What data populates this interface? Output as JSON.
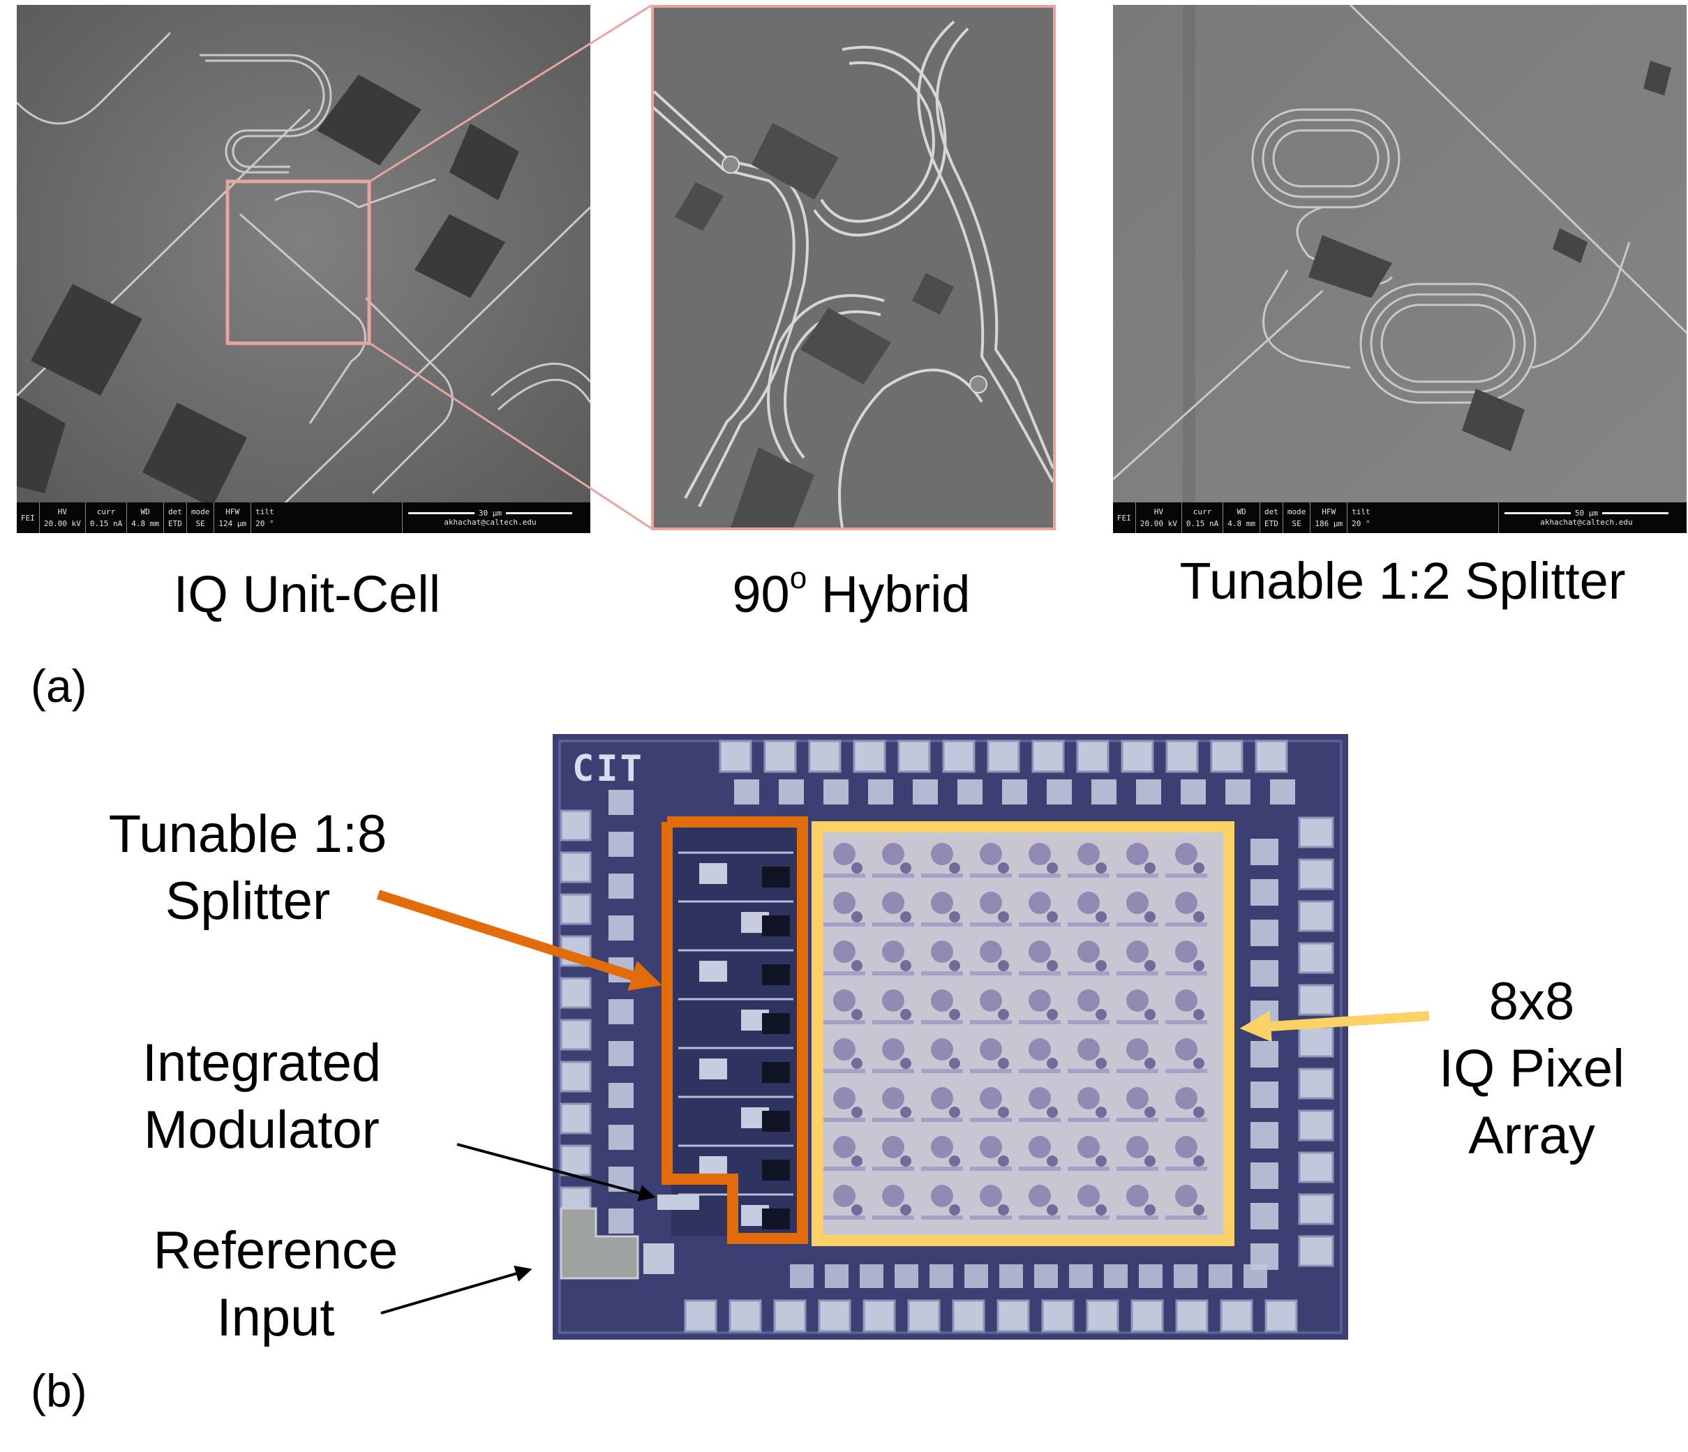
{
  "panel_a": {
    "label": "(a)",
    "images": [
      {
        "caption": "IQ Unit-Cell",
        "sem_bar": {
          "logo": "FEI",
          "fields": [
            {
              "name": "HV",
              "value": "20.00 kV"
            },
            {
              "name": "curr",
              "value": "0.15 nA"
            },
            {
              "name": "WD",
              "value": "4.8 mm"
            },
            {
              "name": "det",
              "value": "ETD"
            },
            {
              "name": "mode",
              "value": "SE"
            },
            {
              "name": "HFW",
              "value": "124 µm"
            },
            {
              "name": "tilt",
              "value": "20 °"
            }
          ],
          "scale_label": "30 µm",
          "email": "akhachat@caltech.edu"
        }
      },
      {
        "caption_number": "90",
        "caption_superscript": "o",
        "caption_text": " Hybrid"
      },
      {
        "caption": "Tunable 1:2 Splitter",
        "sem_bar": {
          "logo": "FEI",
          "fields": [
            {
              "name": "HV",
              "value": "20.00 kV"
            },
            {
              "name": "curr",
              "value": "0.15 nA"
            },
            {
              "name": "WD",
              "value": "4.8 mm"
            },
            {
              "name": "det",
              "value": "ETD"
            },
            {
              "name": "mode",
              "value": "SE"
            },
            {
              "name": "HFW",
              "value": "186 µm"
            },
            {
              "name": "tilt",
              "value": "20 °"
            }
          ],
          "scale_label": "50 µm",
          "email": "akhachat@caltech.edu"
        }
      }
    ]
  },
  "panel_b": {
    "label": "(b)",
    "chip_marking": "CIT",
    "annotations": {
      "splitter_line1": "Tunable 1:8",
      "splitter_line2": "Splitter",
      "modulator_line1": "Integrated",
      "modulator_line2": "Modulator",
      "reference_line1": "Reference",
      "reference_line2": "Input",
      "array_line1": "8x8",
      "array_line2": "IQ Pixel",
      "array_line3": "Array"
    },
    "array_size": {
      "rows": 8,
      "cols": 8
    }
  },
  "colors": {
    "zoom_outline": "#e8a5a0",
    "splitter_outline": "#e36c0a",
    "array_outline": "#fcd267",
    "annotation_arrow": "#000000",
    "chip_substrate": "#3b3f71",
    "pad": "#c2c8dc"
  }
}
